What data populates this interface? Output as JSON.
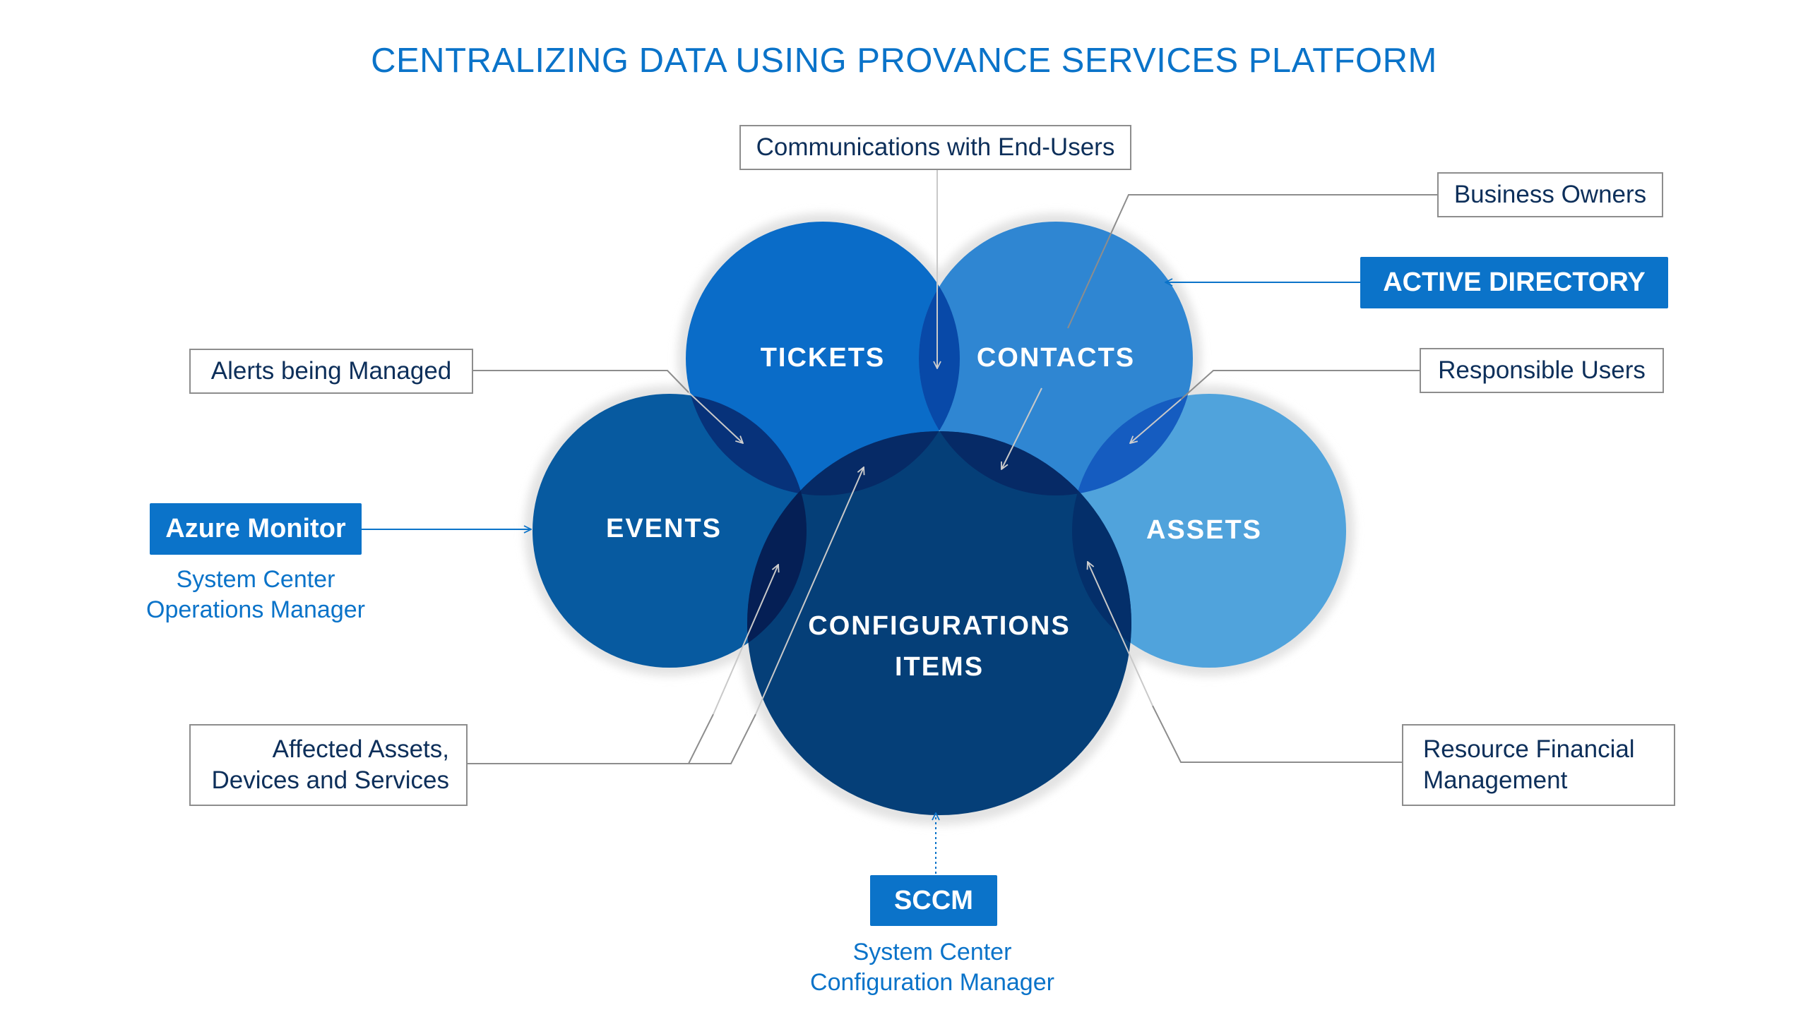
{
  "title": "CENTRALIZING DATA USING PROVANCE SERVICES PLATFORM",
  "circles": {
    "tickets": "TICKETS",
    "contacts": "CONTACTS",
    "events": "EVENTS",
    "assets": "ASSETS",
    "config_line1": "CONFIGURATIONS",
    "config_line2": "ITEMS"
  },
  "boxes": {
    "communications": "Communications with End-Users",
    "business_owners": "Business Owners",
    "responsible_users": "Responsible Users",
    "alerts": "Alerts being Managed",
    "affected_line1": "Affected Assets,",
    "affected_line2": "Devices and Services",
    "resource_line1": "Resource Financial",
    "resource_line2": "Management"
  },
  "sources": {
    "active_directory": "ACTIVE DIRECTORY",
    "azure_monitor": "Azure Monitor",
    "azure_sub_line1": "System Center",
    "azure_sub_line2": "Operations Manager",
    "sccm": "SCCM",
    "sccm_sub_line1": "System Center",
    "sccm_sub_line2": "Configuration Manager"
  },
  "colors": {
    "title": "#0a73c9",
    "tickets": "#0a6cc8",
    "contacts": "#2f86d2",
    "events": "#075aa0",
    "assets": "#50a3dc",
    "config": "#053f78",
    "tag": "#0b73c9"
  }
}
